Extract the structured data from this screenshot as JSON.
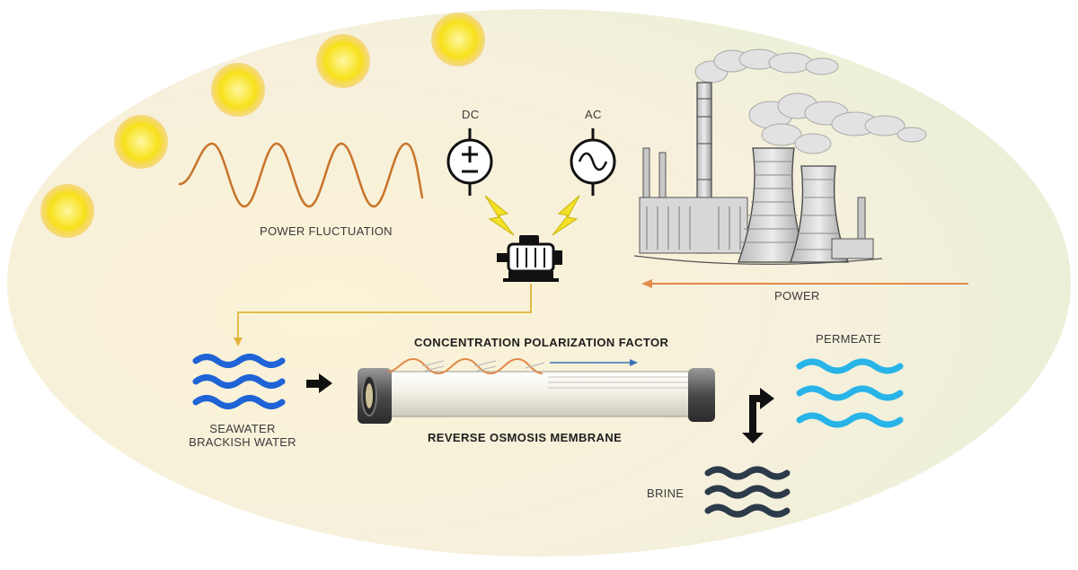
{
  "labels": {
    "power_fluctuation": "POWER FLUCTUATION",
    "dc": "DC",
    "ac": "AC",
    "power": "POWER",
    "concentration_polarization": "CONCENTRATION POLARIZATION FACTOR",
    "reverse_osmosis_membrane": "REVERSE OSMOSIS MEMBRANE",
    "seawater": "SEAWATER",
    "brackish_water": "BRACKISH WATER",
    "permeate": "PERMEATE",
    "brine": "BRINE"
  },
  "colors": {
    "sun": "#f7e11a",
    "fluctuation_wave": "#c8742a",
    "power_arrow": "#e08a4a",
    "feed_line": "#e2b43a",
    "lightning": "#f3e22a",
    "seawater_waves": "#1f63d6",
    "permeate_waves": "#28b4e8",
    "brine_waves": "#2c3a4a"
  },
  "icons": [
    "sun-icon",
    "dc-source-icon",
    "ac-source-icon",
    "lightning-icon",
    "motor-pump-icon",
    "power-plant-icon",
    "ro-membrane-icon"
  ]
}
